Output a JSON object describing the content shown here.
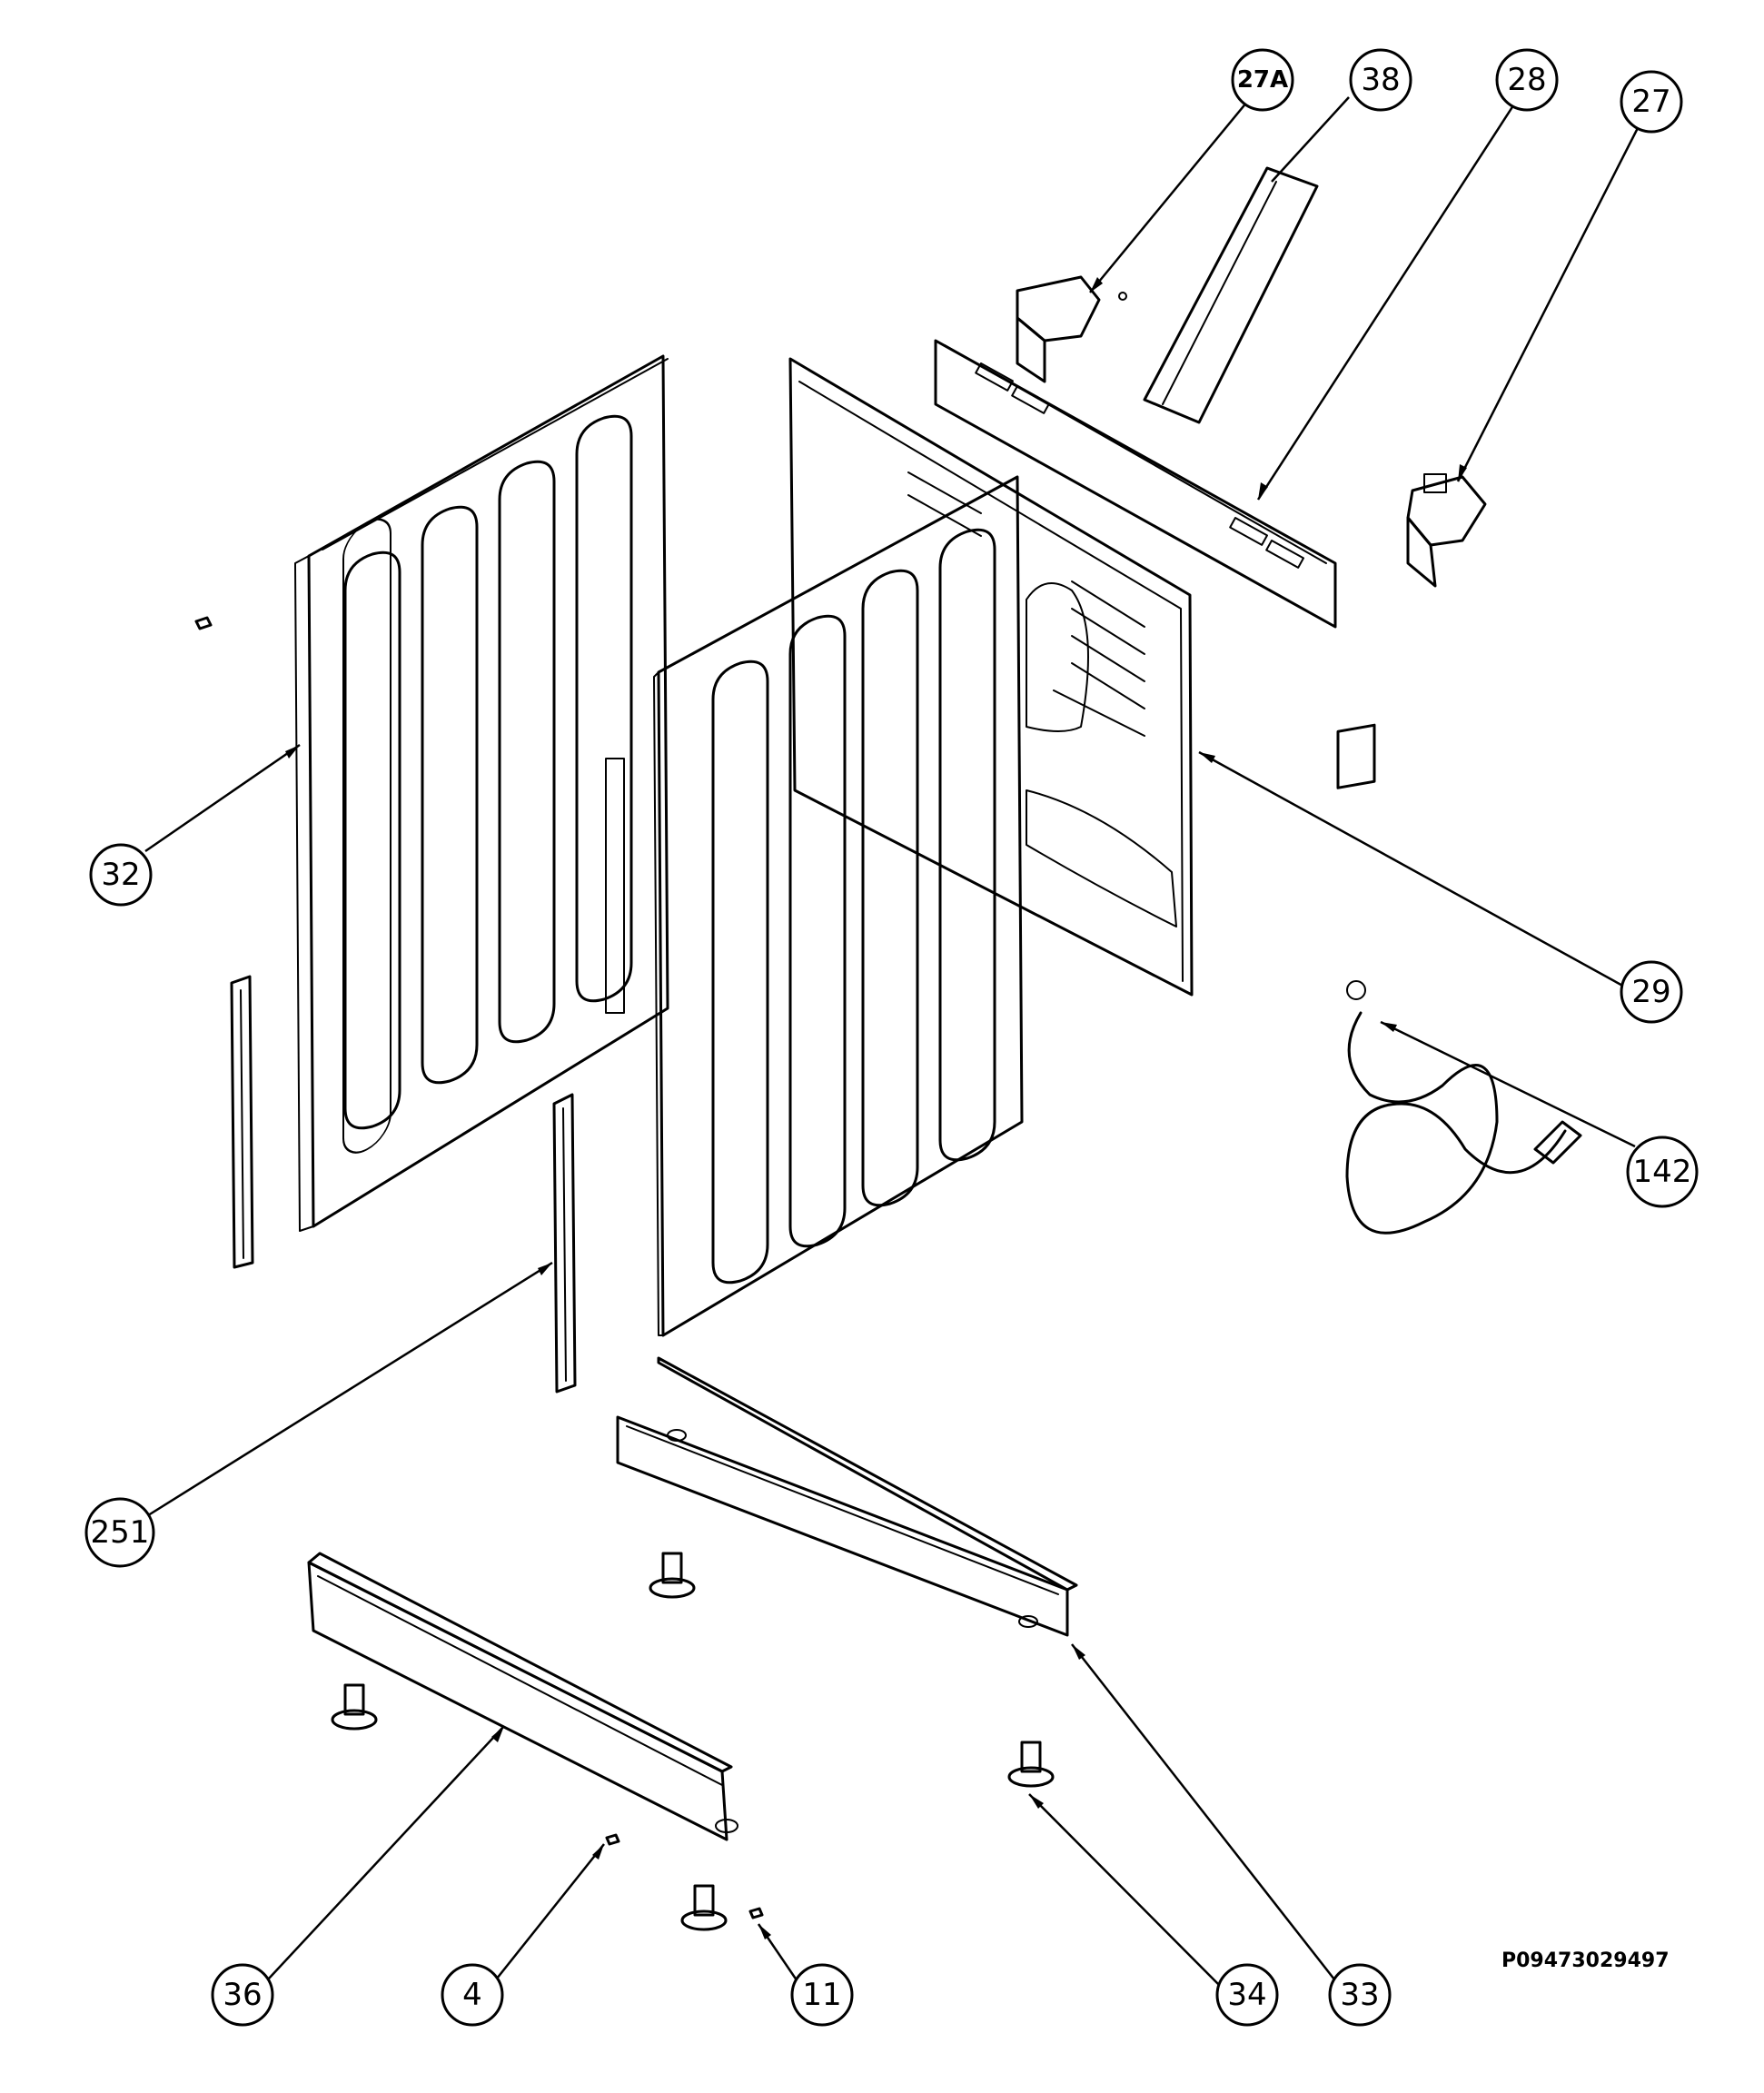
{
  "callouts": [
    {
      "id": "27a",
      "label": "27A"
    },
    {
      "id": "38",
      "label": "38"
    },
    {
      "id": "28",
      "label": "28"
    },
    {
      "id": "27",
      "label": "27"
    },
    {
      "id": "32",
      "label": "32"
    },
    {
      "id": "29",
      "label": "29"
    },
    {
      "id": "142",
      "label": "142"
    },
    {
      "id": "251",
      "label": "251"
    },
    {
      "id": "36",
      "label": "36"
    },
    {
      "id": "4",
      "label": "4"
    },
    {
      "id": "11",
      "label": "11"
    },
    {
      "id": "34",
      "label": "34"
    },
    {
      "id": "33",
      "label": "33"
    }
  ],
  "document_code": "P09473029497"
}
